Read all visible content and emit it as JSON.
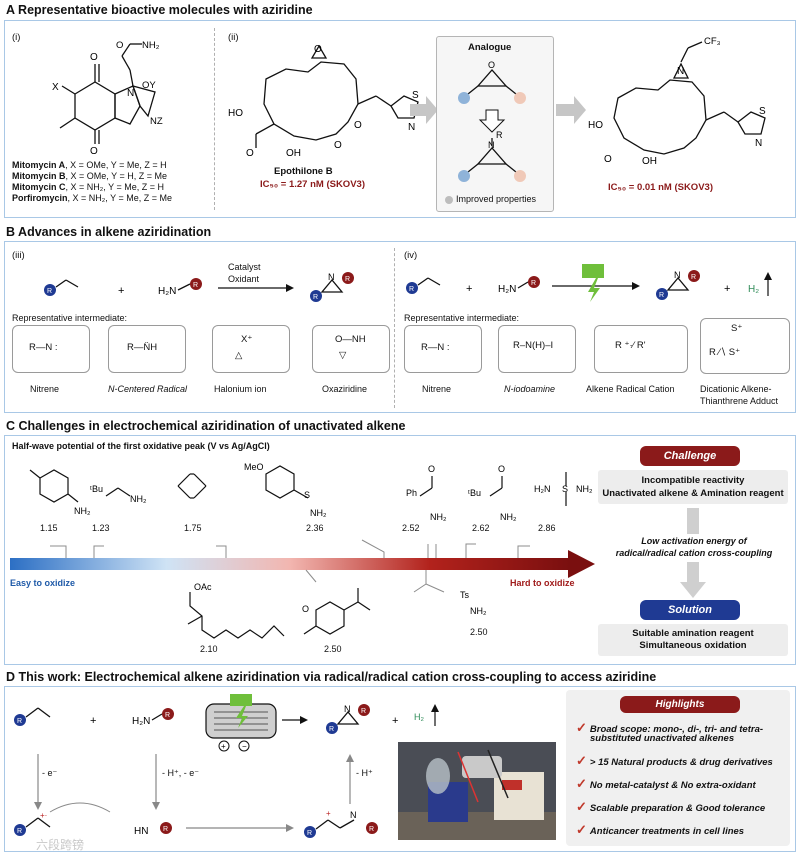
{
  "sectionA": {
    "title": "A  Representative bioactive molecules with aziridine",
    "label_i": "(i)",
    "label_ii": "(ii)",
    "mitomycins": [
      {
        "name": "Mitomycin A",
        "desc": ", X = OMe, Y = Me, Z = H"
      },
      {
        "name": "Mitomycin B",
        "desc": ", X = OMe, Y = H, Z = Me"
      },
      {
        "name": "Mitomycin C",
        "desc": ", X = NH₂, Y = Me, Z = H"
      },
      {
        "name": "Porfiromycin",
        "desc": ", X = NH₂, Y = Me, Z = Me"
      }
    ],
    "epothilone_name": "Epothilone B",
    "epothilone_ic50": "IC₅₀ = 1.27 nM (SKOV3)",
    "analogue_title": "Analogue",
    "analogue_note": "Improved properties",
    "analogue_ic50": "IC₅₀ = 0.01 nM (SKOV3)",
    "cf3_label": "CF₃"
  },
  "sectionB": {
    "title": "B  Advances in alkene aziridination",
    "label_iii": "(iii)",
    "label_iv": "(iv)",
    "catalyst": "Catalyst",
    "oxidant": "Oxidant",
    "rep_intermediate": "Representative intermediate:",
    "left_intermediates": [
      "Nitrene",
      "N-Centered Radical",
      "Halonium ion",
      "Oxaziridine"
    ],
    "right_intermediates": [
      "Nitrene",
      "N-iodoamine",
      "Alkene Radical Cation",
      "Dicationic Alkene-",
      "Thianthrene Adduct"
    ],
    "h2": "H₂"
  },
  "sectionC": {
    "title": "C  Challenges in electrochemical aziridination of unactivated alkene",
    "subtitle": "Half-wave potential of the first oxidative peak (V vs Ag/AgCl)",
    "potentials_top": [
      "1.15",
      "1.23",
      "1.75",
      "2.36",
      "2.52",
      "2.62",
      "2.86"
    ],
    "potentials_bottom": [
      "2.10",
      "2.50",
      "2.50"
    ],
    "easy": "Easy to oxidize",
    "hard": "Hard to oxidize",
    "challenge": "Challenge",
    "challenge_text_1": "Incompatible reactivity",
    "challenge_text_2": "Unactivated alkene & Amination reagent",
    "mid_text_1": "Low activation energy of",
    "mid_text_2": "radical/radical cation cross-coupling",
    "solution": "Solution",
    "solution_text_1": "Suitable amination reagent",
    "solution_text_2": "Simultaneous oxidation"
  },
  "sectionD": {
    "title": "D  This work: Electrochemical alkene aziridination via radical/radical cation cross-coupling to access aziridine",
    "minus_e": "- e⁻",
    "minus_h_e": "- H⁺, - e⁻",
    "minus_h": "- H⁺",
    "h2": "H₂",
    "highlights_title": "Highlights",
    "highlights": [
      "Broad scope: mono-, di-, tri- and tetra-",
      "substituted unactivated alkenes",
      "> 15 Natural products & drug derivatives",
      "No metal-catalyst & No extra-oxidant",
      "Scalable preparation & Good tolerance",
      "Anticancer treatments in cell lines"
    ],
    "watermark": "六段跨镑"
  },
  "colors": {
    "panel_border": "#a9c8e6",
    "dark_red": "#8b1a1a",
    "navy": "#1f3a93",
    "green": "#6fbf3b"
  }
}
